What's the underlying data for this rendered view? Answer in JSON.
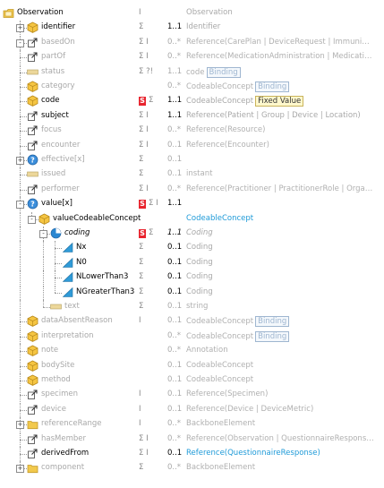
{
  "tree": {
    "rows": [
      {
        "name": "Observation",
        "flags": "I",
        "card": "",
        "type": "Observation",
        "icon": "root",
        "depth": 0,
        "dim": false,
        "type_dim": true
      },
      {
        "name": "identifier",
        "flags": "Σ",
        "card": "1..1",
        "type": "Identifier",
        "icon": "cube",
        "depth": 1,
        "toggle": "+",
        "type_dim": true
      },
      {
        "name": "basedOn",
        "flags": "Σ I",
        "card": "0..*",
        "type": "Reference(CarePlan | DeviceRequest | Immuni…",
        "icon": "ref",
        "depth": 1,
        "toggle": "-",
        "dim": true
      },
      {
        "name": "partOf",
        "flags": "Σ I",
        "card": "0..*",
        "type": "Reference(MedicationAdministration | Medicati…",
        "icon": "ref",
        "depth": 1,
        "dim": true
      },
      {
        "name": "status",
        "flags": "Σ ?!",
        "card": "1..1",
        "type": "code",
        "tag": "Binding",
        "icon": "prim",
        "depth": 1,
        "dim": true
      },
      {
        "name": "category",
        "flags": "",
        "card": "0..*",
        "type": "CodeableConcept",
        "tag": "Binding",
        "icon": "cube",
        "depth": 1,
        "dim": true
      },
      {
        "name": "code",
        "flags": "Σ",
        "s": "S",
        "card": "1..1",
        "type": "CodeableConcept",
        "tag": "Fixed Value",
        "tag_kind": "fixed",
        "icon": "cube",
        "depth": 1,
        "type_dim": true
      },
      {
        "name": "subject",
        "flags": "Σ I",
        "card": "1..1",
        "type": "Reference(Patient | Group | Device | Location)",
        "icon": "ref",
        "depth": 1,
        "type_dim": true
      },
      {
        "name": "focus",
        "flags": "Σ I",
        "card": "0..*",
        "type": "Reference(Resource)",
        "icon": "ref",
        "depth": 1,
        "dim": true
      },
      {
        "name": "encounter",
        "flags": "Σ I",
        "card": "0..1",
        "type": "Reference(Encounter)",
        "icon": "ref",
        "depth": 1,
        "dim": true
      },
      {
        "name": "effective[x]",
        "flags": "Σ",
        "card": "0..1",
        "type": "",
        "icon": "choice",
        "depth": 1,
        "toggle": "+",
        "dim": true
      },
      {
        "name": "issued",
        "flags": "Σ",
        "card": "0..1",
        "type": "instant",
        "icon": "prim",
        "depth": 1,
        "dim": true
      },
      {
        "name": "performer",
        "flags": "Σ I",
        "card": "0..*",
        "type": "Reference(Practitioner | PractitionerRole | Orga…",
        "icon": "ref",
        "depth": 1,
        "dim": true
      },
      {
        "name": "value[x]",
        "flags": "Σ I",
        "s": "S",
        "card": "1..1",
        "type": "",
        "icon": "choice",
        "depth": 1,
        "toggle": "-"
      },
      {
        "name": "valueCodeableConcept",
        "flags": "",
        "card": "",
        "type": "CodeableConcept",
        "type_link": true,
        "icon": "cube",
        "depth": 2,
        "toggle": "-"
      },
      {
        "name": "coding",
        "flags": "Σ",
        "s": "S",
        "card": "1..1",
        "type": "Coding",
        "icon": "slice",
        "depth": 3,
        "toggle": "-",
        "italic": true,
        "type_dim": true
      },
      {
        "name": "Nx",
        "flags": "Σ",
        "card": "0..1",
        "type": "Coding",
        "icon": "tri",
        "depth": 4,
        "type_dim": true
      },
      {
        "name": "N0",
        "flags": "Σ",
        "card": "0..1",
        "type": "Coding",
        "icon": "tri",
        "depth": 4,
        "type_dim": true
      },
      {
        "name": "NLowerThan3",
        "flags": "Σ",
        "card": "0..1",
        "type": "Coding",
        "icon": "tri",
        "depth": 4,
        "type_dim": true
      },
      {
        "name": "NGreaterThan3",
        "flags": "Σ",
        "card": "0..1",
        "type": "Coding",
        "icon": "tri",
        "depth": 4,
        "type_dim": true
      },
      {
        "name": "text",
        "flags": "Σ",
        "card": "0..1",
        "type": "string",
        "icon": "prim",
        "depth": 3,
        "dim": true
      },
      {
        "name": "dataAbsentReason",
        "flags": "I",
        "card": "0..1",
        "type": "CodeableConcept",
        "tag": "Binding",
        "icon": "cube",
        "depth": 1,
        "dim": true
      },
      {
        "name": "interpretation",
        "flags": "",
        "card": "0..*",
        "type": "CodeableConcept",
        "tag": "Binding",
        "icon": "cube",
        "depth": 1,
        "dim": true
      },
      {
        "name": "note",
        "flags": "",
        "card": "0..*",
        "type": "Annotation",
        "icon": "cube",
        "depth": 1,
        "dim": true
      },
      {
        "name": "bodySite",
        "flags": "",
        "card": "0..1",
        "type": "CodeableConcept",
        "icon": "cube",
        "depth": 1,
        "dim": true
      },
      {
        "name": "method",
        "flags": "",
        "card": "0..1",
        "type": "CodeableConcept",
        "icon": "cube",
        "depth": 1,
        "dim": true
      },
      {
        "name": "specimen",
        "flags": "I",
        "card": "0..1",
        "type": "Reference(Specimen)",
        "icon": "ref",
        "depth": 1,
        "dim": true
      },
      {
        "name": "device",
        "flags": "I",
        "card": "0..1",
        "type": "Reference(Device | DeviceMetric)",
        "icon": "ref",
        "depth": 1,
        "dim": true
      },
      {
        "name": "referenceRange",
        "flags": "I",
        "card": "0..*",
        "type": "BackboneElement",
        "icon": "folder",
        "depth": 1,
        "toggle": "+",
        "dim": true
      },
      {
        "name": "hasMember",
        "flags": "Σ I",
        "card": "0..*",
        "type": "Reference(Observation | QuestionnaireRespons…",
        "icon": "ref",
        "depth": 1,
        "dim": true
      },
      {
        "name": "derivedFrom",
        "flags": "Σ I",
        "card": "0..1",
        "type": "Reference(QuestionnaireResponse)",
        "type_link": true,
        "icon": "ref",
        "depth": 1
      },
      {
        "name": "component",
        "flags": "Σ",
        "card": "0..*",
        "type": "BackboneElement",
        "icon": "folder",
        "depth": 1,
        "toggle": "+",
        "dim": true
      }
    ]
  },
  "colors": {
    "link": "#1e9ad8",
    "must_support": "#e8242e",
    "binding_border": "#9fb6d0",
    "fixed_bg": "#fff8cc",
    "dim_text": "#a8a8a8"
  },
  "icons": {
    "root": "folder-resource-icon",
    "cube": "datatype-icon",
    "ref": "reference-icon",
    "prim": "primitive-icon",
    "choice": "choice-icon",
    "slice": "slice-icon",
    "tri": "slice-item-icon",
    "folder": "backbone-element-icon"
  }
}
